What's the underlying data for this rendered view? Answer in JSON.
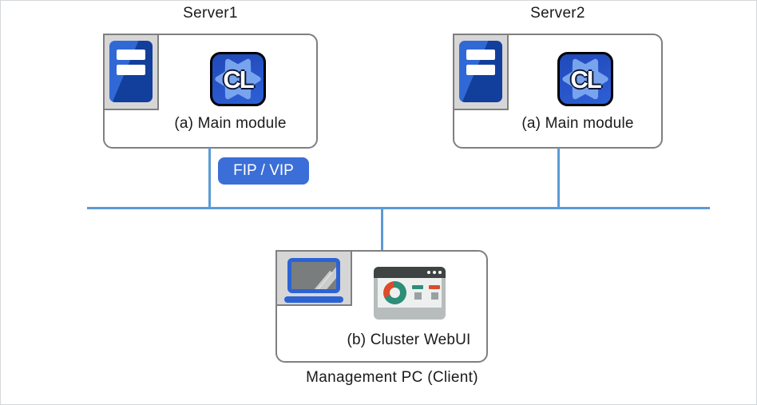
{
  "servers": [
    {
      "title": "Server1",
      "module_label": "(a) Main module",
      "app_badge": "CL"
    },
    {
      "title": "Server2",
      "module_label": "(a) Main module",
      "app_badge": "CL"
    }
  ],
  "network": {
    "fip_vip_label": "FIP / VIP"
  },
  "management_pc": {
    "module_label": "(b) Cluster WebUI",
    "caption": "Management PC (Client)"
  },
  "colors": {
    "network_line": "#5b9bd5",
    "fip_vip_bg": "#3b6ed6",
    "box_border": "#7f7f7f",
    "app_icon_blue": "#2450c0",
    "webui_teal": "#2e8e77",
    "webui_red": "#dc4b2b"
  }
}
